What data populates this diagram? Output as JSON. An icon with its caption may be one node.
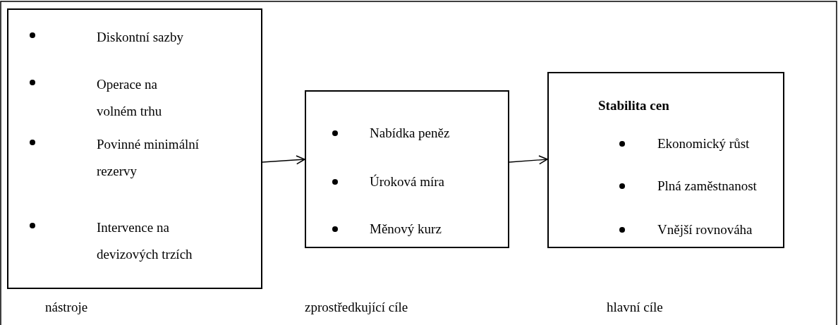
{
  "diagram": {
    "nodes": [
      {
        "text": [
          "Diskontní sazby",
          "Operace na volném trhu",
          "Povinné minimální rezervy",
          "Intervence na devizových trzích"
        ]
      },
      {
        "text": [
          "Nabídka peněz",
          "Úroková míra",
          "Měnový kurz"
        ]
      },
      {
        "text": [
          "Stabilita cen",
          "Ekonomický růst",
          "Plná zaměstnanost",
          "Vnější rovnováha"
        ]
      }
    ],
    "edges": [
      {
        "from": 0,
        "to": 1,
        "arrow": "to"
      },
      {
        "from": 1,
        "to": 2,
        "arrow": "to"
      }
    ],
    "labels": [
      "nástroje",
      "zprostředkující cíle",
      "hlavní cíle"
    ]
  }
}
